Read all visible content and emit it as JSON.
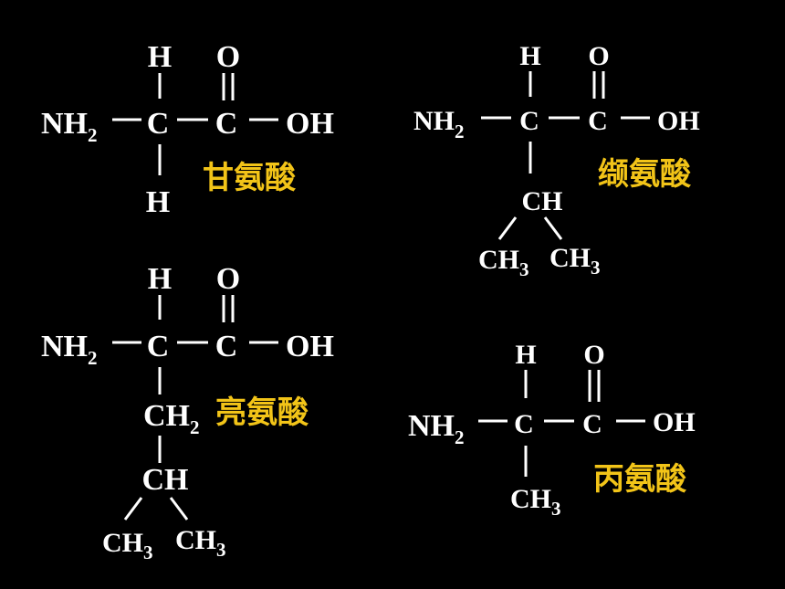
{
  "colors": {
    "background": "#000000",
    "structure": "#ffffff",
    "name_label": "#f2c418"
  },
  "molecules": [
    {
      "name": "甘氨酸",
      "atoms": {
        "h_top": "H",
        "o": "O",
        "n": "NH",
        "n_sub": "2",
        "c_alpha": "C",
        "c_carboxyl": "C",
        "oh": "OH",
        "r": "H"
      }
    },
    {
      "name": "缬氨酸",
      "atoms": {
        "h_top": "H",
        "o": "O",
        "n": "NH",
        "n_sub": "2",
        "c_alpha": "C",
        "c_carboxyl": "C",
        "oh": "OH",
        "ch": "CH",
        "methyl_a": "CH",
        "methyl_a_sub": "3",
        "methyl_b": "CH",
        "methyl_b_sub": "3"
      }
    },
    {
      "name": "亮氨酸",
      "atoms": {
        "h_top": "H",
        "o": "O",
        "n": "NH",
        "n_sub": "2",
        "c_alpha": "C",
        "c_carboxyl": "C",
        "oh": "OH",
        "ch2": "CH",
        "ch2_sub": "2",
        "ch": "CH",
        "methyl_a": "CH",
        "methyl_a_sub": "3",
        "methyl_b": "CH",
        "methyl_b_sub": "3"
      }
    },
    {
      "name": "丙氨酸",
      "atoms": {
        "h_top": "H",
        "o": "O",
        "n": "NH",
        "n_sub": "2",
        "c_alpha": "C",
        "c_carboxyl": "C",
        "oh": "OH",
        "methyl": "CH",
        "methyl_sub": "3"
      }
    }
  ]
}
